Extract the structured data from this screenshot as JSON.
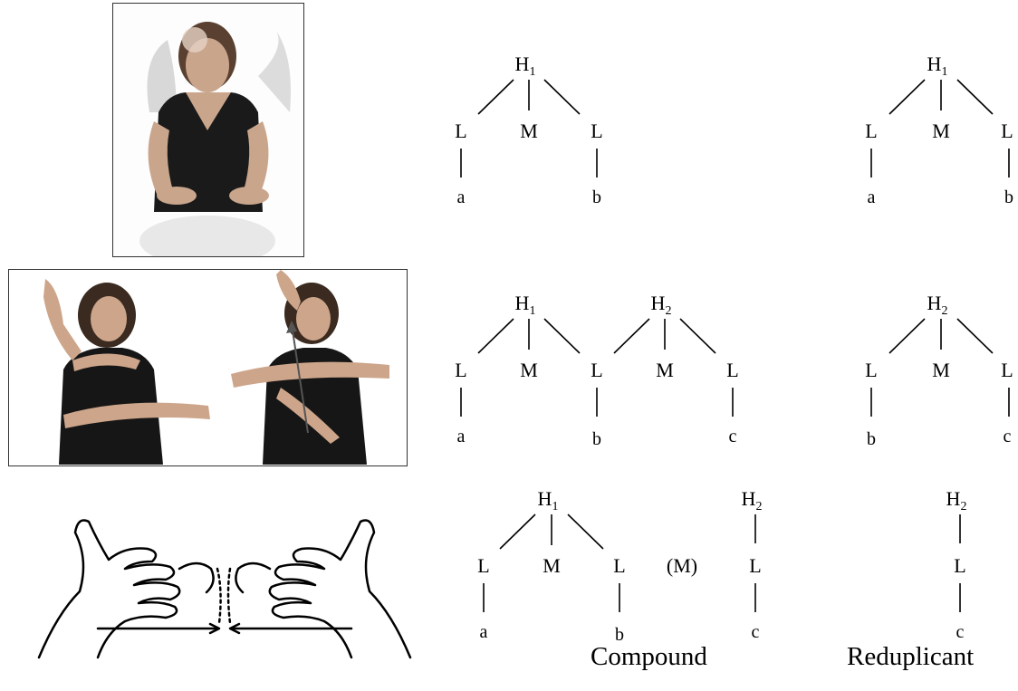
{
  "captions": {
    "compound": "Compound",
    "reduplicant": "Reduplicant"
  },
  "symbols": {
    "hold": "H",
    "location": "L",
    "movement": "M",
    "optional_movement": "(M)",
    "sub1": "1",
    "sub2": "2",
    "a": "a",
    "b": "b",
    "c": "c"
  },
  "colors": {
    "ink": "#000000",
    "frame": "#333333"
  }
}
